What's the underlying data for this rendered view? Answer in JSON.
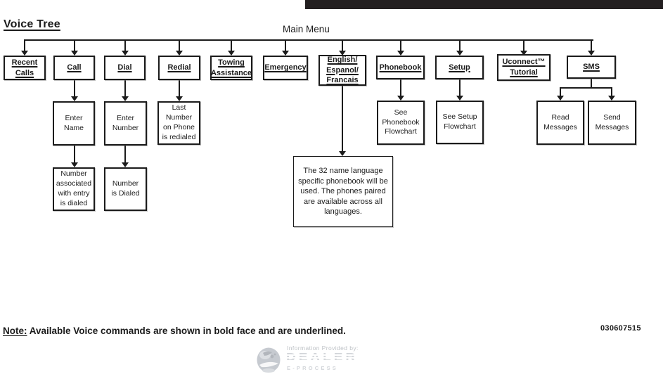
{
  "title": "Voice Tree",
  "diagram": {
    "root_label": "Main Menu",
    "menu": [
      {
        "id": "recent-calls",
        "label": "Recent\nCalls"
      },
      {
        "id": "call",
        "label": "Call"
      },
      {
        "id": "dial",
        "label": "Dial"
      },
      {
        "id": "redial",
        "label": "Redial"
      },
      {
        "id": "towing-assistance",
        "label": "Towing\nAssistance"
      },
      {
        "id": "emergency",
        "label": "Emergency"
      },
      {
        "id": "language",
        "label": "English/\nEspanol/\nFrancais"
      },
      {
        "id": "phonebook",
        "label": "Phonebook"
      },
      {
        "id": "setup",
        "label": "Setup"
      },
      {
        "id": "uconnect-tutorial",
        "label": "Uconnect™\nTutorial"
      },
      {
        "id": "sms",
        "label": "SMS"
      }
    ],
    "children": [
      {
        "id": "enter-name",
        "parent": "call",
        "label": "Enter\nName"
      },
      {
        "id": "enter-number",
        "parent": "dial",
        "label": "Enter\nNumber"
      },
      {
        "id": "last-number",
        "parent": "redial",
        "label": "Last\nNumber\non Phone\nis redialed"
      },
      {
        "id": "number-associated",
        "parent": "enter-name",
        "label": "Number\nassociated\nwith entry\nis dialed"
      },
      {
        "id": "number-dialed",
        "parent": "enter-number",
        "label": "Number\nis Dialed"
      },
      {
        "id": "language-note",
        "parent": "language",
        "label": "The 32 name language\nspecific phonebook will be\nused. The phones paired\nare available across all\nlanguages."
      },
      {
        "id": "see-phonebook",
        "parent": "phonebook",
        "label": "See\nPhonebook\nFlowchart"
      },
      {
        "id": "see-setup",
        "parent": "setup",
        "label": "See Setup\nFlowchart"
      },
      {
        "id": "read-messages",
        "parent": "sms",
        "label": "Read\nMessages"
      },
      {
        "id": "send-messages",
        "parent": "sms",
        "label": "Send\nMessages"
      }
    ]
  },
  "footer": {
    "note_label": "Note:",
    "note_text": "Available Voice commands are shown in bold face and are underlined.",
    "doc_number": "030607515"
  },
  "watermark": {
    "provided_by": "Information Provided by:",
    "brand": "DEALER",
    "brand_sub": "E-PROCESS"
  },
  "colors": {
    "line": "#1b1b1b",
    "header_bar": "#231f20",
    "watermark_gray": "#d3d6da"
  }
}
